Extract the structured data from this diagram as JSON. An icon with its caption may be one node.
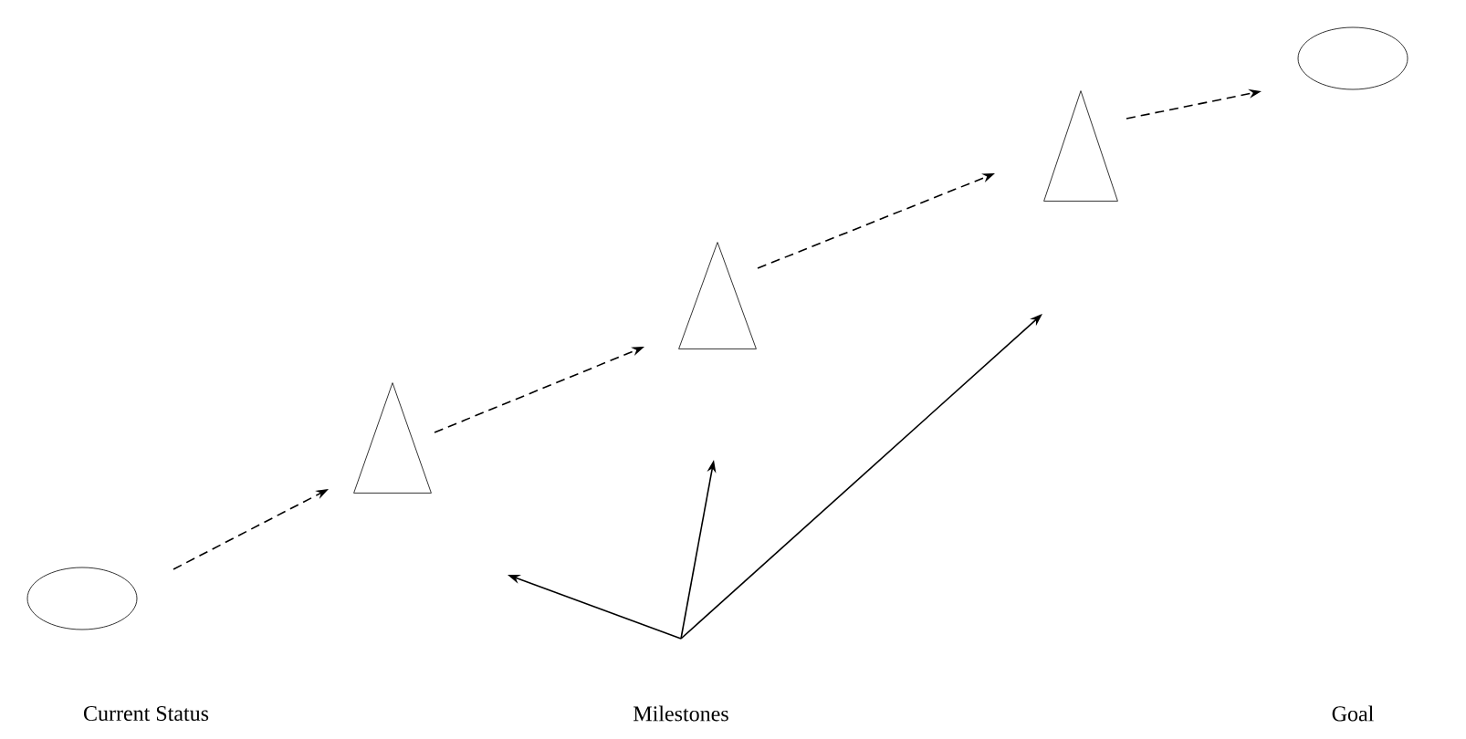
{
  "diagram": {
    "nodes": [
      {
        "text": [],
        "shape": "ellipse"
      },
      {
        "text": [],
        "shape": "triangle"
      },
      {
        "text": [],
        "shape": "triangle"
      },
      {
        "text": [],
        "shape": "triangle"
      },
      {
        "text": [],
        "shape": "ellipse"
      },
      {
        "text": [
          "Milestones"
        ]
      }
    ],
    "edges": [
      {
        "from": 0,
        "to": 1,
        "arrow": "to",
        "style": "dashed"
      },
      {
        "from": 1,
        "to": 2,
        "arrow": "to",
        "style": "dashed"
      },
      {
        "from": 2,
        "to": 3,
        "arrow": "to",
        "style": "dashed"
      },
      {
        "from": 3,
        "to": 4,
        "arrow": "to",
        "style": "dashed"
      },
      {
        "from": 5,
        "to": null,
        "arrow": "to"
      },
      {
        "from": 5,
        "to": null,
        "arrow": "to"
      },
      {
        "from": 5,
        "to": null,
        "arrow": "to"
      }
    ],
    "labels": [
      "Current Status",
      "Goal"
    ]
  }
}
